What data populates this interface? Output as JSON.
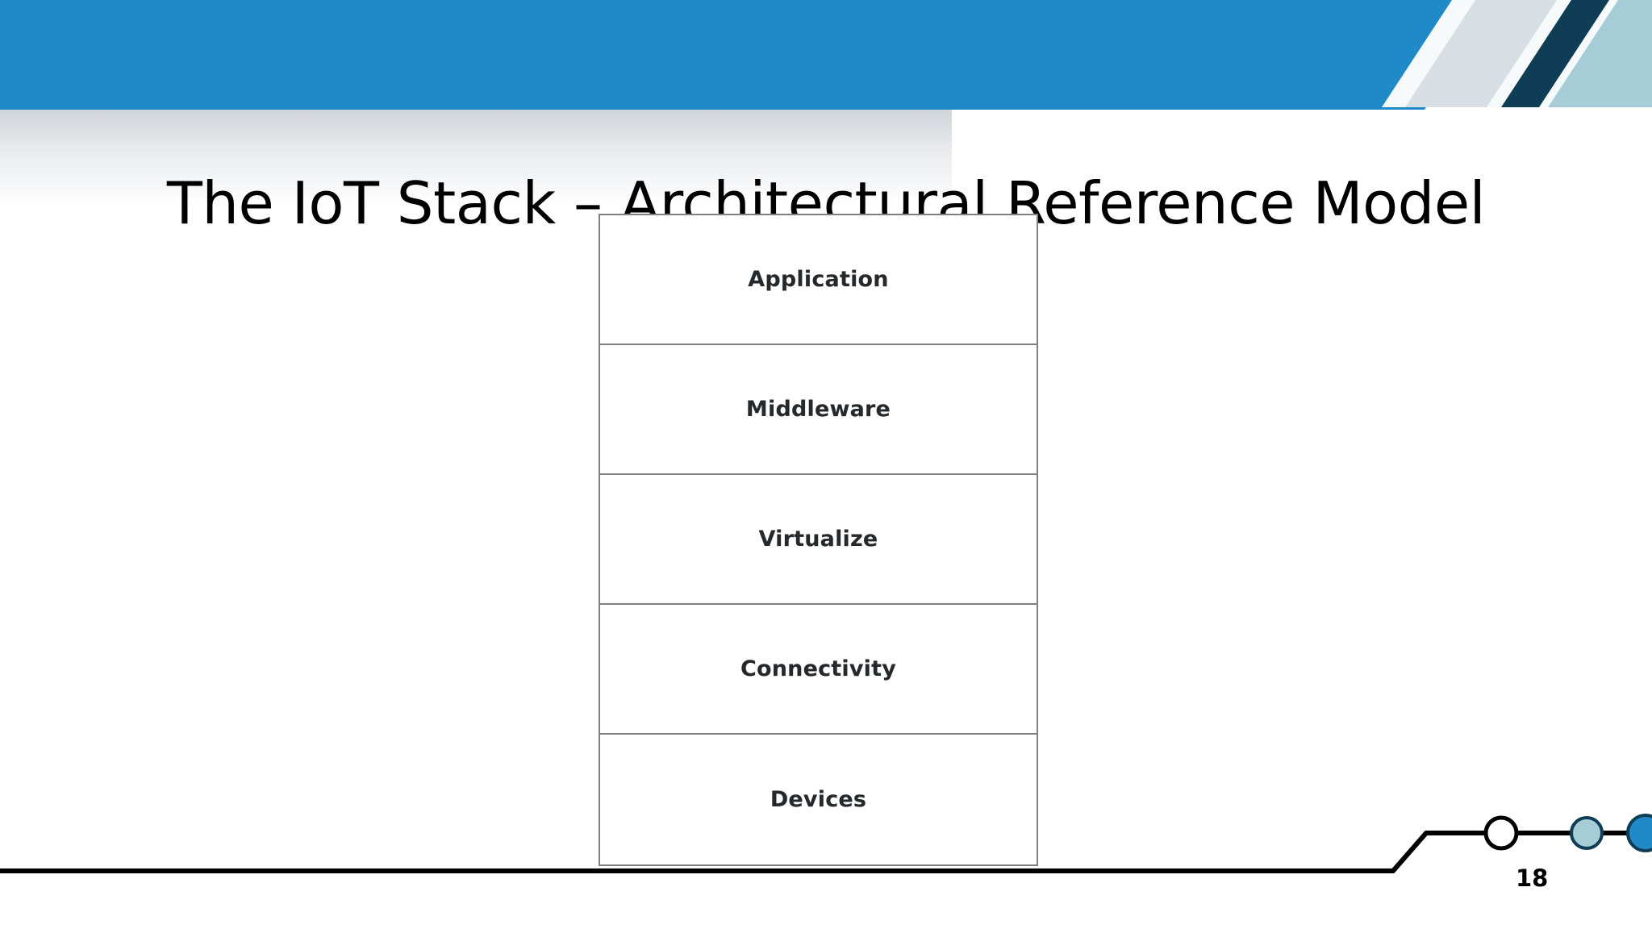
{
  "slide": {
    "title": "The IoT Stack – Architectural Reference Model",
    "page_number": "18"
  },
  "theme": {
    "band_blue": "#2089c8",
    "band_navy": "#0e3d55",
    "stripe_light_gray": "#d7dee4",
    "stripe_navy": "#0e3d55",
    "stripe_teal": "#a6ccd8",
    "stripe_white": "#f7fafb",
    "diagram_border": "#808080",
    "diagram_fill": "#ffffff",
    "text_black": "#000000",
    "layer_label": "#26292b"
  },
  "diagram": {
    "name": "iot-stack",
    "layers": [
      {
        "label": "Application"
      },
      {
        "label": "Middleware"
      },
      {
        "label": "Virtualize"
      },
      {
        "label": "Connectivity"
      },
      {
        "label": "Devices"
      }
    ]
  },
  "pager": {
    "dots": [
      {
        "name": "pager-dot-1",
        "fill": "#ffffff",
        "active": false
      },
      {
        "name": "pager-dot-2",
        "fill": "#a6ccd8",
        "active": false
      },
      {
        "name": "pager-dot-3",
        "fill": "#2089c8",
        "active": true
      }
    ],
    "line_color": "#000000"
  }
}
